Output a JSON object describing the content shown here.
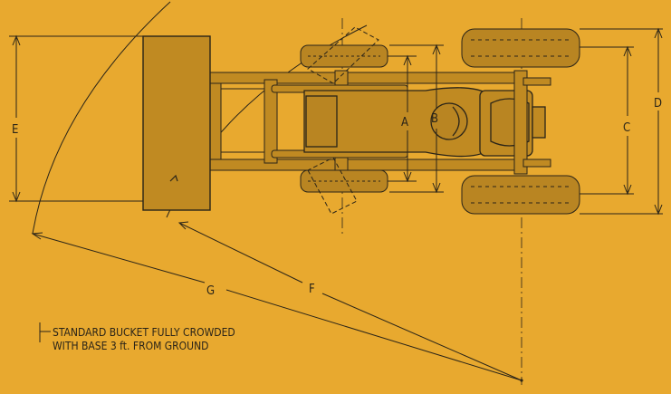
{
  "labels": {
    "A": "A",
    "B": "B",
    "C": "C",
    "D": "D",
    "E": "E",
    "F": "F",
    "G": "G"
  },
  "note": {
    "line1": "STANDARD BUCKET FULLY CROWDED",
    "line2": "WITH BASE 3 ft. FROM GROUND"
  },
  "colors": {
    "background": "#e8a92f",
    "body": "#c08a22",
    "tire": "#b98522",
    "line": "#2a2418"
  }
}
